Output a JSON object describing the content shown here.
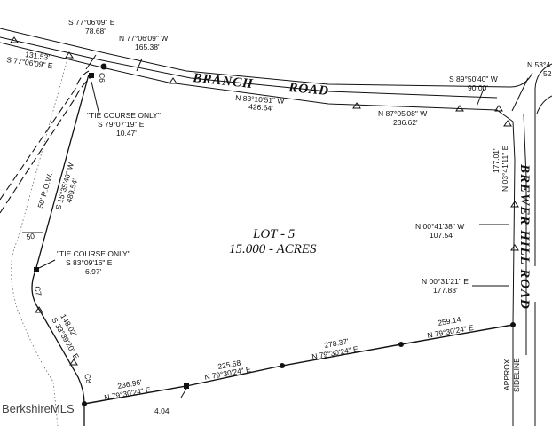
{
  "roads": {
    "branch_road": "BRANCH",
    "branch_road_2": "ROAD",
    "brewer_hill_road": "BREWER HILL ROAD"
  },
  "lot": {
    "name": "LOT - 5",
    "area": "15.000 - ACRES"
  },
  "courses": {
    "c1": {
      "bearing": "S 77°06'09\" E",
      "distance": "78.68'"
    },
    "c2": {
      "bearing": "N 77°06'09\" W",
      "distance": "165.38'"
    },
    "c3": {
      "bearing": "S 77°06'09\" E",
      "distance": "131.53'"
    },
    "c4": {
      "bearing": "N 83°10'51\" W",
      "distance": "426.64'"
    },
    "c5": {
      "bearing": "N 87°05'08\" W",
      "distance": "236.62'"
    },
    "c6": {
      "bearing": "S 89°50'40\" W",
      "distance": "90.00'"
    },
    "c7": {
      "bearing": "N 53°4",
      "distance": "52"
    },
    "c8": {
      "bearing": "N 03°41'11\" E",
      "distance": "177.01'"
    },
    "c9": {
      "bearing": "N 00°41'38\" W",
      "distance": "107.54'"
    },
    "c10": {
      "bearing": "N 00°31'21\" E",
      "distance": "177.83'"
    },
    "c11": {
      "bearing": "N 79°30'24\" E",
      "distance": "259.14'"
    },
    "c12": {
      "bearing": "N 79°30'24\" E",
      "distance": "278.37'"
    },
    "c13": {
      "bearing": "N 79°30'24\" E",
      "distance": "225.68'"
    },
    "c14": {
      "bearing": "N 79°30'24\" E",
      "distance": "236.96'"
    },
    "c15": {
      "bearing": "S 15°35'40\" W",
      "distance": "489.54'"
    },
    "c16": {
      "bearing": "S 33°39'20\" E",
      "distance": "148.02'"
    }
  },
  "ties": {
    "t1": {
      "note": "\"TIE COURSE ONLY\"",
      "bearing": "S 79°07'19\" E",
      "distance": "10.47'"
    },
    "t2": {
      "note": "\"TIE COURSE ONLY\"",
      "bearing": "S 83°09'16\" E",
      "distance": "6.97'"
    },
    "t3": {
      "distance": "4.04'"
    }
  },
  "row": {
    "label": "50' R.O.W.",
    "width": "50'"
  },
  "curves": {
    "c6": "C6",
    "c7": "C7",
    "c8": "C8"
  },
  "sideline": {
    "a": "APPROX.",
    "b": "SIDELINE"
  },
  "watermark": "BerkshireMLS"
}
